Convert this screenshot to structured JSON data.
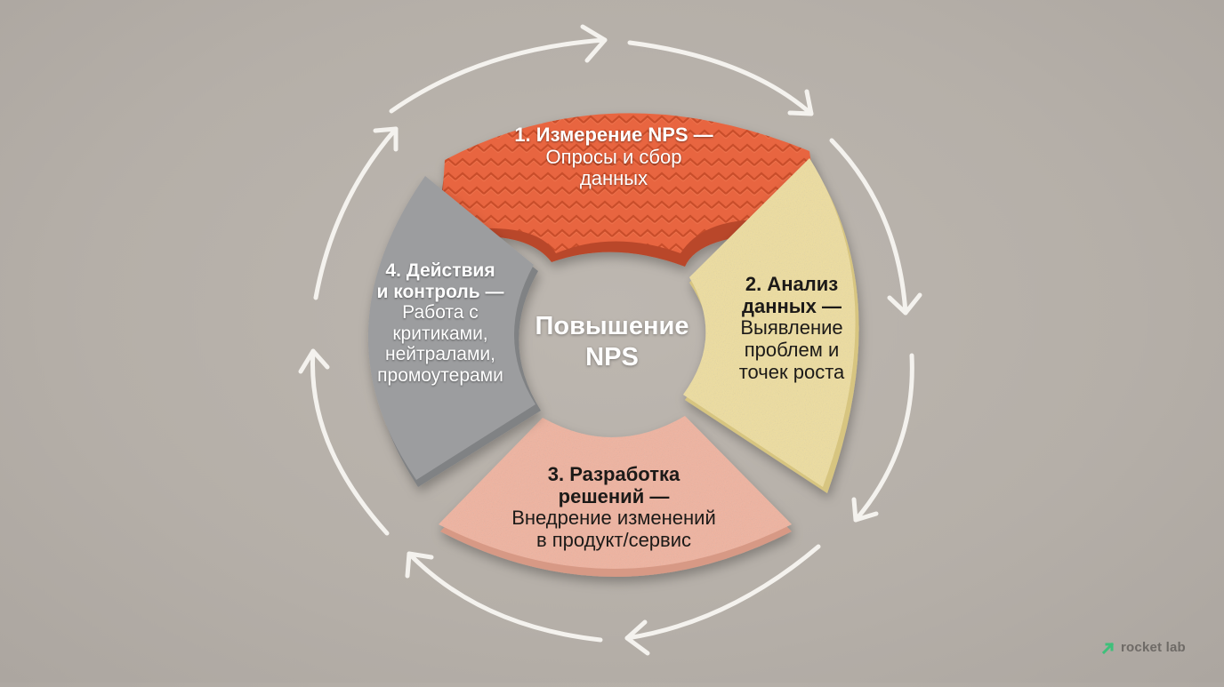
{
  "diagram": {
    "center": {
      "line1": "Повышение",
      "line2": "NPS"
    },
    "segments": [
      {
        "step": 1,
        "title": "1. Измерение NPS —",
        "desc_lines": [
          "Опросы и сбор",
          "данных"
        ],
        "color": "#e8653f",
        "text_color": "#ffffff",
        "texture": "waffle"
      },
      {
        "step": 2,
        "title_lines": [
          "2. Анализ",
          "данных —"
        ],
        "desc_lines": [
          "Выявление",
          "проблем и",
          "точек роста"
        ],
        "color": "#ecdca0",
        "text_color": "#1c1a18",
        "texture": "speckled"
      },
      {
        "step": 3,
        "title_lines": [
          "3. Разработка",
          "решений —"
        ],
        "desc_lines": [
          "Внедрение изменений",
          "в продукт/сервис"
        ],
        "color": "#eeb3a0",
        "text_color": "#1c1a18",
        "texture": "speckled"
      },
      {
        "step": 4,
        "title_lines": [
          "4. Действия",
          "и контроль —"
        ],
        "desc_lines": [
          "Работа с",
          "критиками,",
          "нейтралами,",
          "промоутерами"
        ],
        "color": "#9c9d9f",
        "text_color": "#ffffff",
        "texture": "matte"
      }
    ],
    "cycle_direction": "clockwise",
    "arrow_count": 8,
    "arrow_color": "#f4f2ee",
    "background": "#b8b2ab"
  },
  "brand": {
    "label": "rocket lab",
    "icon": "rocket-arrow-icon",
    "icon_color": "#3ec07a"
  }
}
